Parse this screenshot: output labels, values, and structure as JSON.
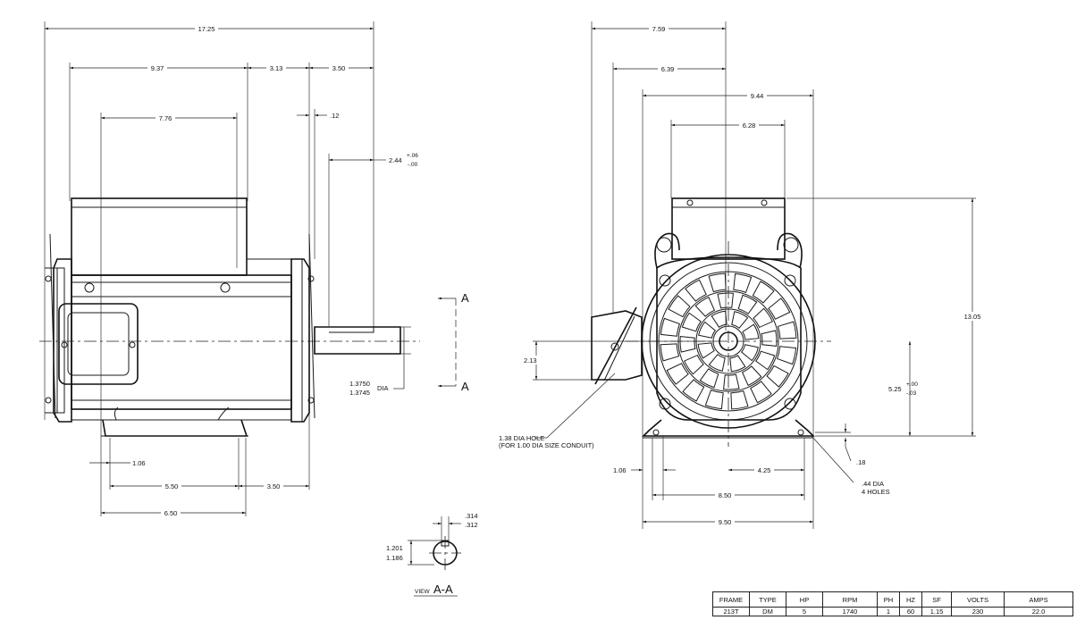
{
  "side_view": {
    "dims": {
      "overall_length": "17.25",
      "frame_to_face": "9.37",
      "face_to_shoulder": "3.13",
      "shaft_ext": "3.50",
      "box_width": "7.76",
      "flange_gap": ".12",
      "keyway_len": "2.44",
      "keyway_tol_plus": "+.06",
      "keyway_tol_minus": "-.00",
      "shaft_dia_max": "1.3750",
      "shaft_dia_min": "1.3745",
      "shaft_dia_label": "DIA",
      "foot_offset": "1.06",
      "foot_span": "5.50",
      "foot_to_shoulder": "3.50",
      "base_length": "6.50"
    },
    "section_markers": [
      "A",
      "A"
    ]
  },
  "end_view": {
    "dims": {
      "overall_width": "7.59",
      "center_to_box": "6.39",
      "body_dia": "9.44",
      "box_width": "6.28",
      "overall_height": "13.05",
      "conduit_height": "2.13",
      "shaft_height": "5.25",
      "shaft_height_tol_plus": "+.00",
      "shaft_height_tol_minus": "-.03",
      "foot_thickness": ".18",
      "foot_inset": "1.06",
      "half_bolt_span": "4.25",
      "bolt_span": "8.50",
      "base_width": "9.50"
    },
    "conduit_note": [
      "1.38 DIA HOLE",
      "(FOR 1.00 DIA SIZE CONDUIT)"
    ],
    "hole_note": [
      ".44 DIA",
      "4 HOLES"
    ]
  },
  "key_view": {
    "dims": {
      "key_width_max": ".314",
      "key_width_min": ".312",
      "key_depth_max": "1.201",
      "key_depth_min": "1.186"
    },
    "title_prefix": "VIEW",
    "title_section": "A-A"
  },
  "spec_table": {
    "headers": [
      "FRAME",
      "TYPE",
      "HP",
      "RPM",
      "PH",
      "HZ",
      "SF",
      "VOLTS",
      "AMPS"
    ],
    "values": [
      "213T",
      "DM",
      "5",
      "1740",
      "1",
      "60",
      "1.15",
      "230",
      "22.0"
    ]
  }
}
